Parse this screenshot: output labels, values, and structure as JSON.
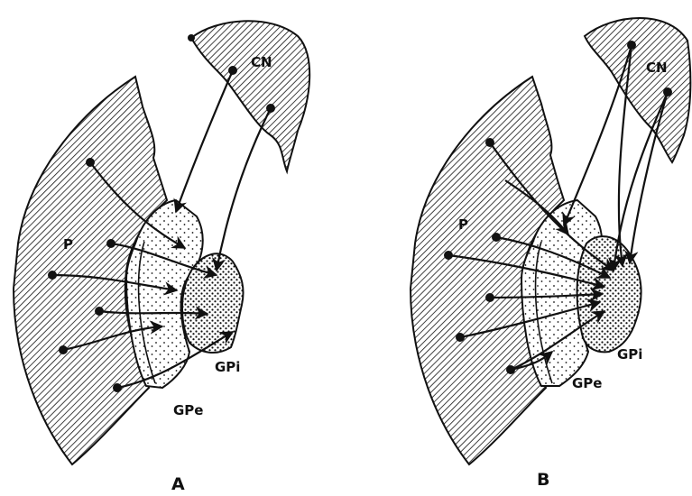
{
  "colors": {
    "ink": "#111111",
    "paper": "#ffffff"
  },
  "panels": [
    {
      "id": "A",
      "panel_label": "A",
      "regions": {
        "putamen": "P",
        "caudate": "CN",
        "gpe": "GPe",
        "gpi": "GPi"
      }
    },
    {
      "id": "B",
      "panel_label": "B",
      "regions": {
        "putamen": "P",
        "caudate": "CN",
        "gpe": "GPe",
        "gpi": "GPi"
      }
    }
  ]
}
